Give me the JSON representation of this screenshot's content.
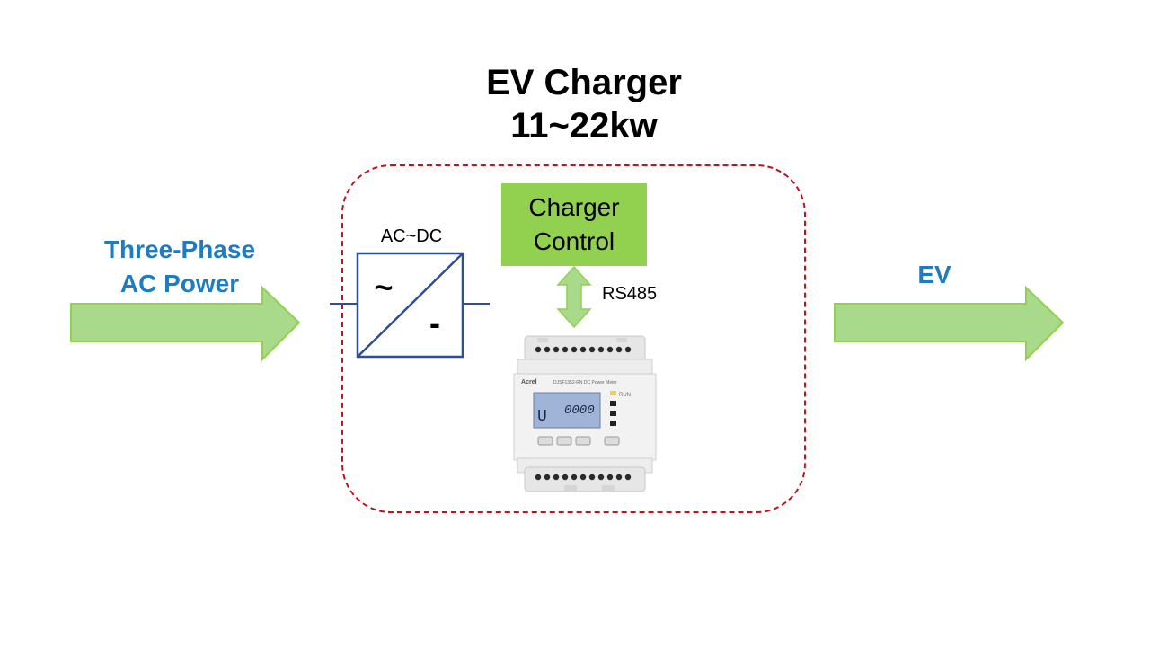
{
  "title": {
    "line1": "EV Charger",
    "line2": "11~22kw"
  },
  "input": {
    "line1": "Three-Phase",
    "line2": "AC Power"
  },
  "output": {
    "label": "EV"
  },
  "converter": {
    "label": "AC~DC",
    "ac_symbol": "~",
    "dc_symbol": "-"
  },
  "charger_control": {
    "line1": "Charger",
    "line2": "Control"
  },
  "link": {
    "label": "RS485"
  },
  "meter": {
    "brand": "Acrel",
    "model": "DJSF1352-RN DC Power Meter",
    "lcd_left": "U",
    "lcd_value": "0000",
    "indicator": "RUN"
  },
  "colors": {
    "arrow_fill": "#a9d98b",
    "arrow_stroke": "#92d050",
    "label_blue": "#1f7cc3",
    "boundary_red": "#c0141c",
    "control_green": "#92d050",
    "converter_blue": "#2f4f8f"
  }
}
